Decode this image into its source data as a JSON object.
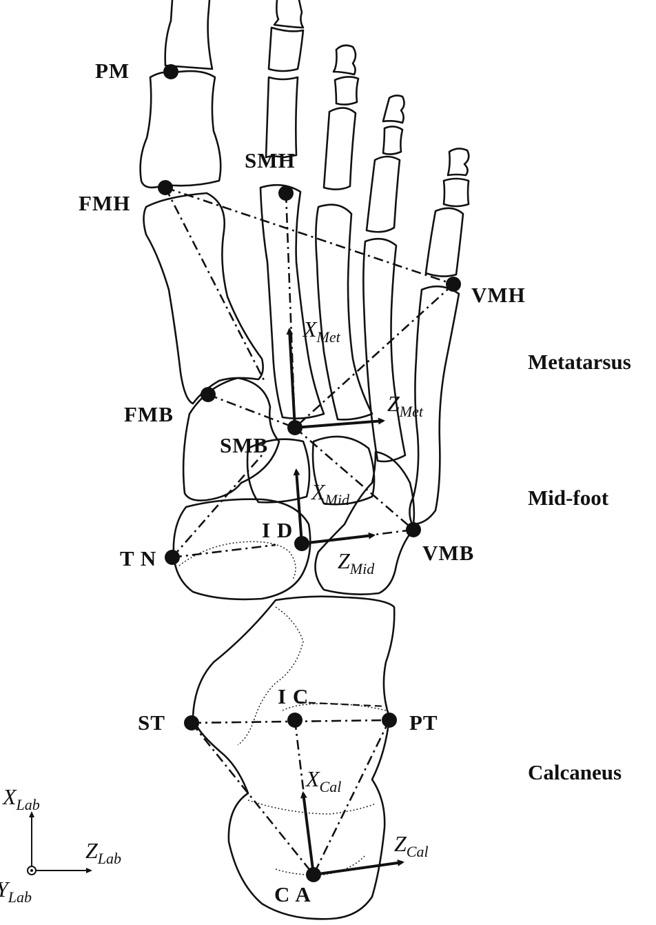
{
  "landmarks": {
    "PM": "PM",
    "FMH": "FMH",
    "SMH": "SMH",
    "VMH": "VMH",
    "FMB": "FMB",
    "SMB": "SMB",
    "TN": "T N",
    "ID": "I D",
    "VMB": "VMB",
    "ST": "ST",
    "IC": "I C",
    "PT": "PT",
    "CA": "C A"
  },
  "segments": {
    "metatarsus": "Metatarsus",
    "midfoot": "Mid-foot",
    "calcaneus": "Calcaneus"
  },
  "axes": {
    "met_x": {
      "main": "X",
      "sub": "Met"
    },
    "met_z": {
      "main": "Z",
      "sub": "Met"
    },
    "mid_x": {
      "main": "X",
      "sub": "Mid"
    },
    "mid_z": {
      "main": "Z",
      "sub": "Mid"
    },
    "cal_x": {
      "main": "X",
      "sub": "Cal"
    },
    "cal_z": {
      "main": "Z",
      "sub": "Cal"
    },
    "lab_x": {
      "main": "X",
      "sub": "Lab"
    },
    "lab_z": {
      "main": "Z",
      "sub": "Lab"
    },
    "lab_y": {
      "main": "Y",
      "sub": "Lab"
    }
  }
}
